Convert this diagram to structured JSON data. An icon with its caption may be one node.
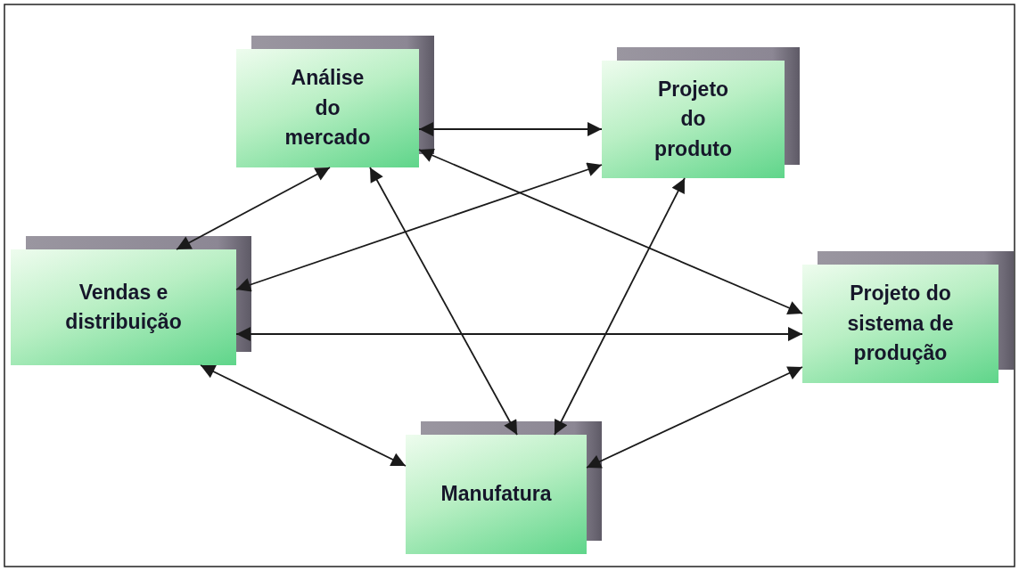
{
  "diagram": {
    "nodes": [
      {
        "text": [
          "Análise do mercado"
        ]
      },
      {
        "text": [
          "Projeto do produto"
        ]
      },
      {
        "text": [
          "Vendas e distribuição"
        ]
      },
      {
        "text": [
          "Projeto do sistema de produção"
        ]
      },
      {
        "text": [
          "Manufatura"
        ]
      }
    ],
    "edges": [
      {
        "from": 0,
        "to": 1,
        "arrow": "both"
      },
      {
        "from": 0,
        "to": 2,
        "arrow": "both"
      },
      {
        "from": 0,
        "to": 3,
        "arrow": "both"
      },
      {
        "from": 0,
        "to": 4,
        "arrow": "both"
      },
      {
        "from": 1,
        "to": 2,
        "arrow": "both"
      },
      {
        "from": 1,
        "to": 4,
        "arrow": "both"
      },
      {
        "from": 2,
        "to": 3,
        "arrow": "both"
      },
      {
        "from": 2,
        "to": 4,
        "arrow": "both"
      },
      {
        "from": 3,
        "to": 4,
        "arrow": "both"
      }
    ]
  }
}
